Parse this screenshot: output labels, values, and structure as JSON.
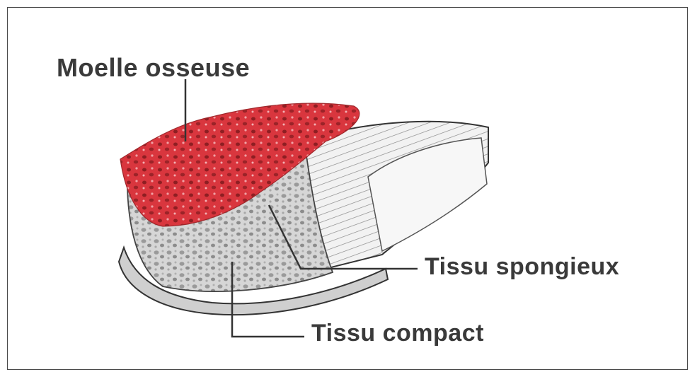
{
  "labels": {
    "marrow": "Moelle osseuse",
    "spongy": "Tissu spongieux",
    "compact": "Tissu compact"
  },
  "colors": {
    "marrow": "#d9363e",
    "bone_fill": "#e4e4e4",
    "line": "#333333",
    "frame": "#4a4a4a"
  }
}
